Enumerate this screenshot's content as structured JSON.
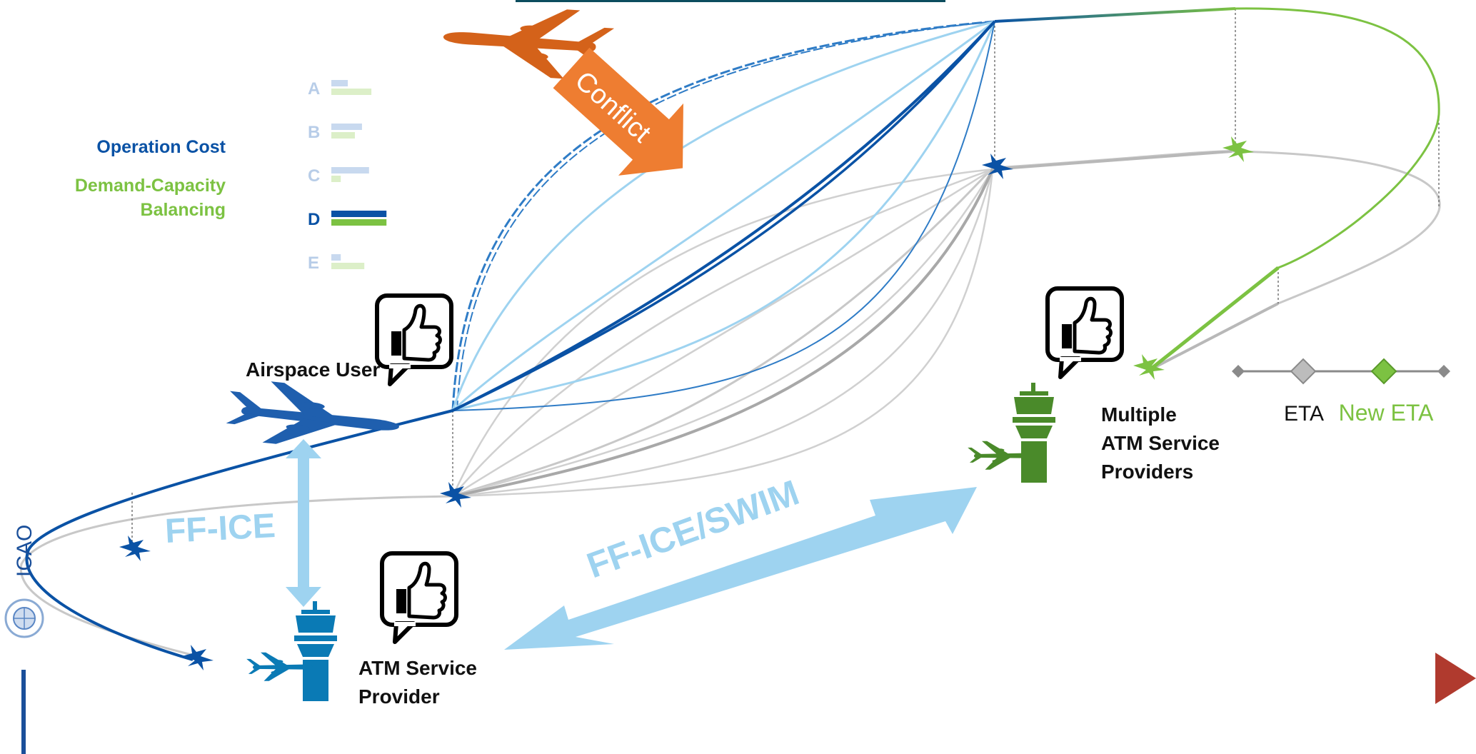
{
  "colors": {
    "dark_blue": "#0a52a5",
    "light_blue": "#9ed3f0",
    "mid_blue": "#2f7cc6",
    "green": "#7cc242",
    "dark_green": "#4a8a2a",
    "orange": "#ee7d31",
    "gray": "#c8c8c8",
    "teal_blue": "#0a7ab5",
    "red_arrow": "#b03a2e"
  },
  "options": {
    "header_left": "Operation Cost",
    "header_right_line1": "Demand-Capacity",
    "header_right_line2": "Balancing",
    "items": [
      {
        "label": "A",
        "cost": 0.35,
        "dcb": 0.85,
        "selected": false
      },
      {
        "label": "B",
        "cost": 0.65,
        "dcb": 0.5,
        "selected": false
      },
      {
        "label": "C",
        "cost": 0.8,
        "dcb": 0.2,
        "selected": false
      },
      {
        "label": "D",
        "cost": 1.0,
        "dcb": 1.0,
        "selected": true
      },
      {
        "label": "E",
        "cost": 0.2,
        "dcb": 0.7,
        "selected": false
      }
    ]
  },
  "labels": {
    "conflict": "Conflict",
    "airspace_user": "Airspace User",
    "ff_ice": "FF-ICE",
    "ff_ice_swim": "FF-ICE/SWIM",
    "atm_provider_line1": "ATM Service",
    "atm_provider_line2": "Provider",
    "multi_atm_line1": "Multiple",
    "multi_atm_line2": "ATM Service",
    "multi_atm_line3": "Providers",
    "eta": "ETA",
    "new_eta": "New ETA",
    "logo_text": "ICAO"
  },
  "icons": [
    "airplane-icon",
    "control-tower-icon",
    "thumbs-up-icon",
    "icao-emblem-icon"
  ]
}
